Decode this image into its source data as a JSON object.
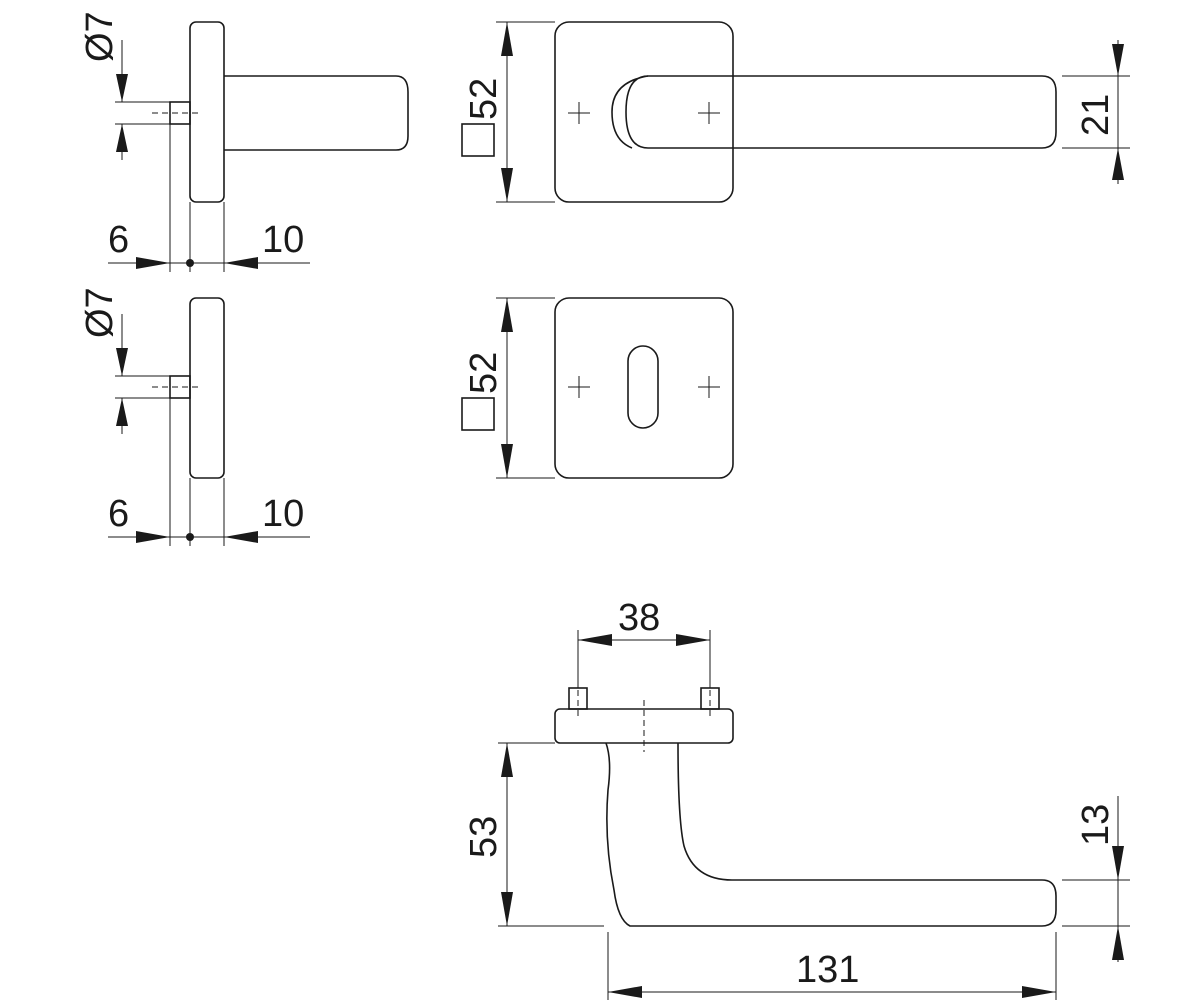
{
  "views": {
    "side_rose_top": {
      "diameter": "Ø7",
      "left": "6",
      "right": "10"
    },
    "side_rose_bottom": {
      "diameter": "Ø7",
      "left": "6",
      "right": "10"
    },
    "front_handle_rose": {
      "size": "52",
      "height": "21"
    },
    "front_key_rose": {
      "size": "52"
    },
    "top_view": {
      "spacing": "38",
      "height": "53",
      "thickness": "13",
      "length": "131"
    }
  }
}
